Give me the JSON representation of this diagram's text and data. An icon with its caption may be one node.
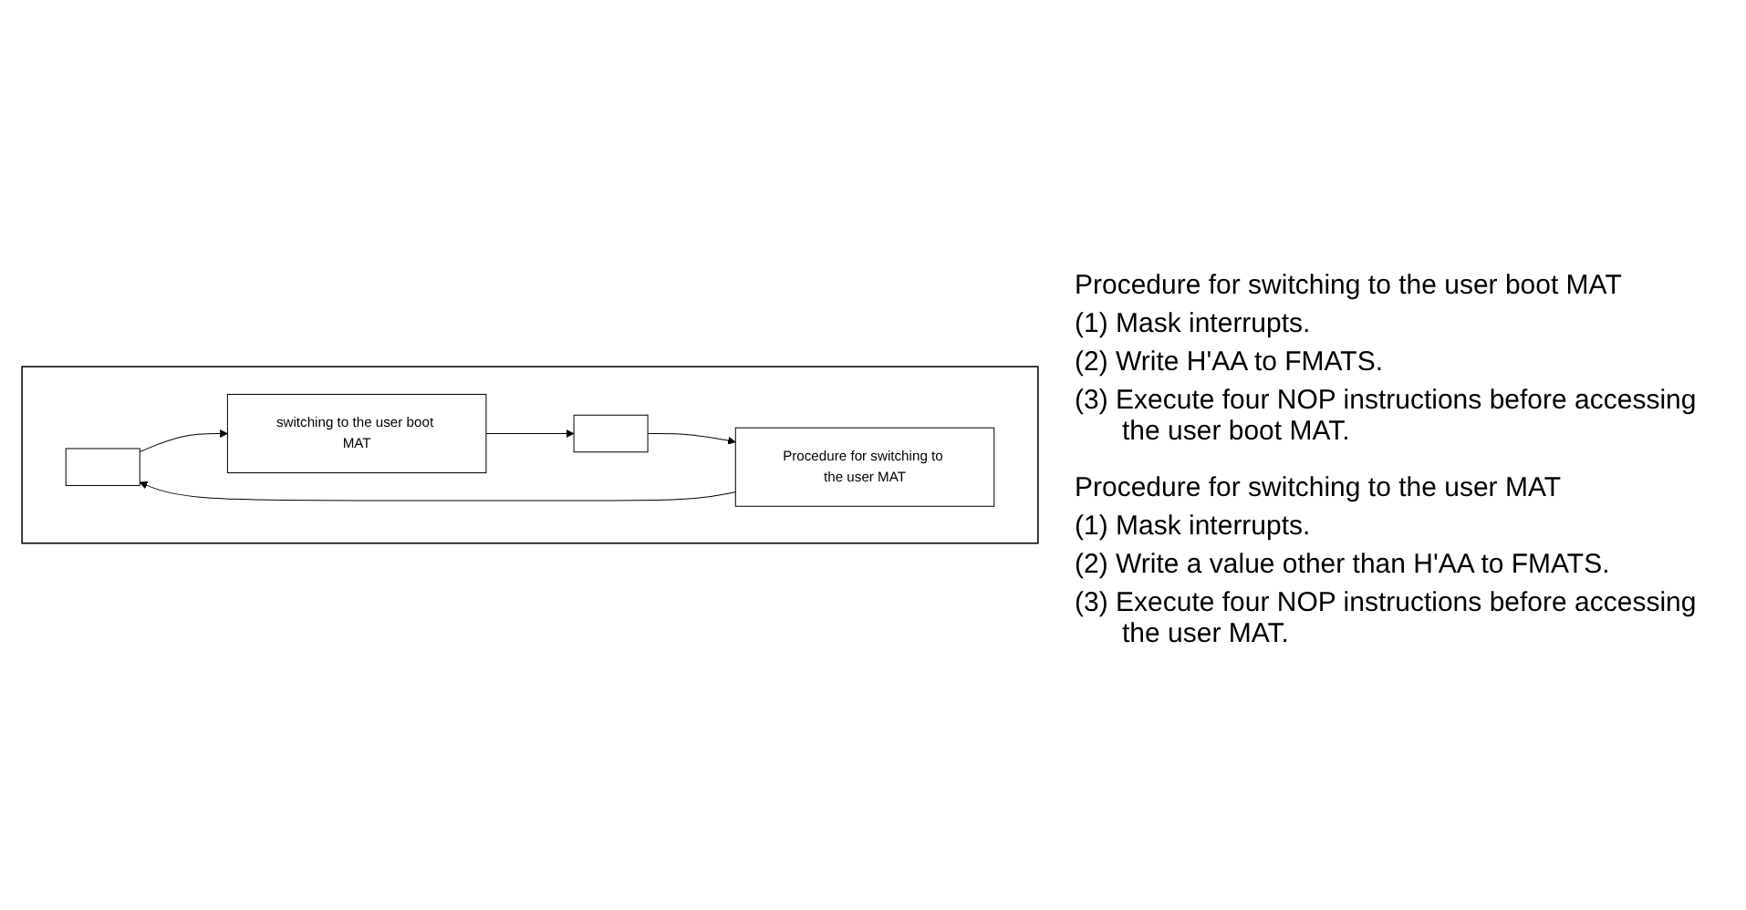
{
  "diagram": {
    "nodes": [
      {
        "text": [],
        "shape": "box"
      },
      {
        "text": [],
        "shape": "box",
        "in": 0
      },
      {
        "text": [
          "switching to the user boot MAT"
        ],
        "in": 0
      },
      {
        "text": [
          "Procedure for switching to the user MAT"
        ],
        "in": 0
      },
      {
        "text": [],
        "shape": "box",
        "in": 0
      }
    ],
    "edges": [
      {
        "from": 1,
        "to": 2,
        "arrow": "to"
      },
      {
        "from": 2,
        "to": 4,
        "arrow": "to"
      },
      {
        "from": 4,
        "to": 3,
        "arrow": "to"
      },
      {
        "from": 3,
        "to": 1,
        "arrow": "to"
      }
    ],
    "labels": [
      "Procedure for switching to the user boot MAT",
      "(1) Mask interrupts.",
      "(2) Write H'AA to FMATS.",
      "(3) Execute four NOP instructions before accessing the user boot MAT.",
      "Procedure for switching to the user MAT",
      "(1) Mask interrupts.",
      "(2) Write a value other than H'AA to FMATS.",
      "(3) Execute four NOP instructions before accessing the user MAT."
    ]
  }
}
